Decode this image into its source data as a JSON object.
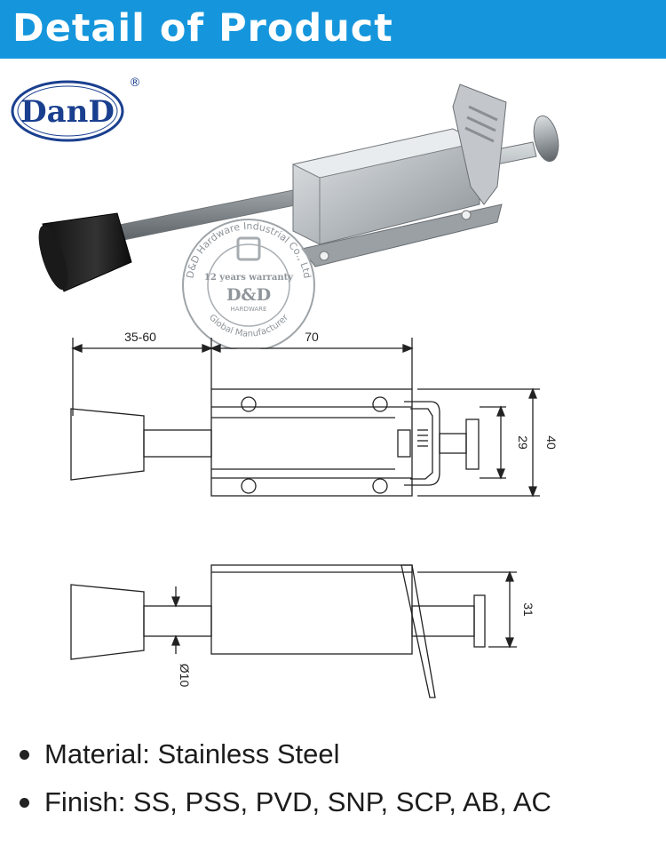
{
  "header": {
    "title": "Detail of Product"
  },
  "logo": {
    "brand": "DanD",
    "registered": "®"
  },
  "watermark": {
    "arc_top": "D&D Hardware Industrial Co., Ltd",
    "warranty": "12 years warranty",
    "brand": "D&D",
    "sub": "HARDWARE",
    "arc_bottom": "Global Manufacturer"
  },
  "dimensions": {
    "d1": "35-60",
    "d2": "70",
    "d3": "29",
    "d4": "40",
    "d5": "31",
    "d6": "Ø10"
  },
  "specs": [
    {
      "label": "Material: Stainless Steel"
    },
    {
      "label": "Finish: SS, PSS, PVD, SNP, SCP, AB, AC"
    }
  ],
  "colors": {
    "header_bg": "#1596dc",
    "logo_blue": "#1a3f8f"
  }
}
